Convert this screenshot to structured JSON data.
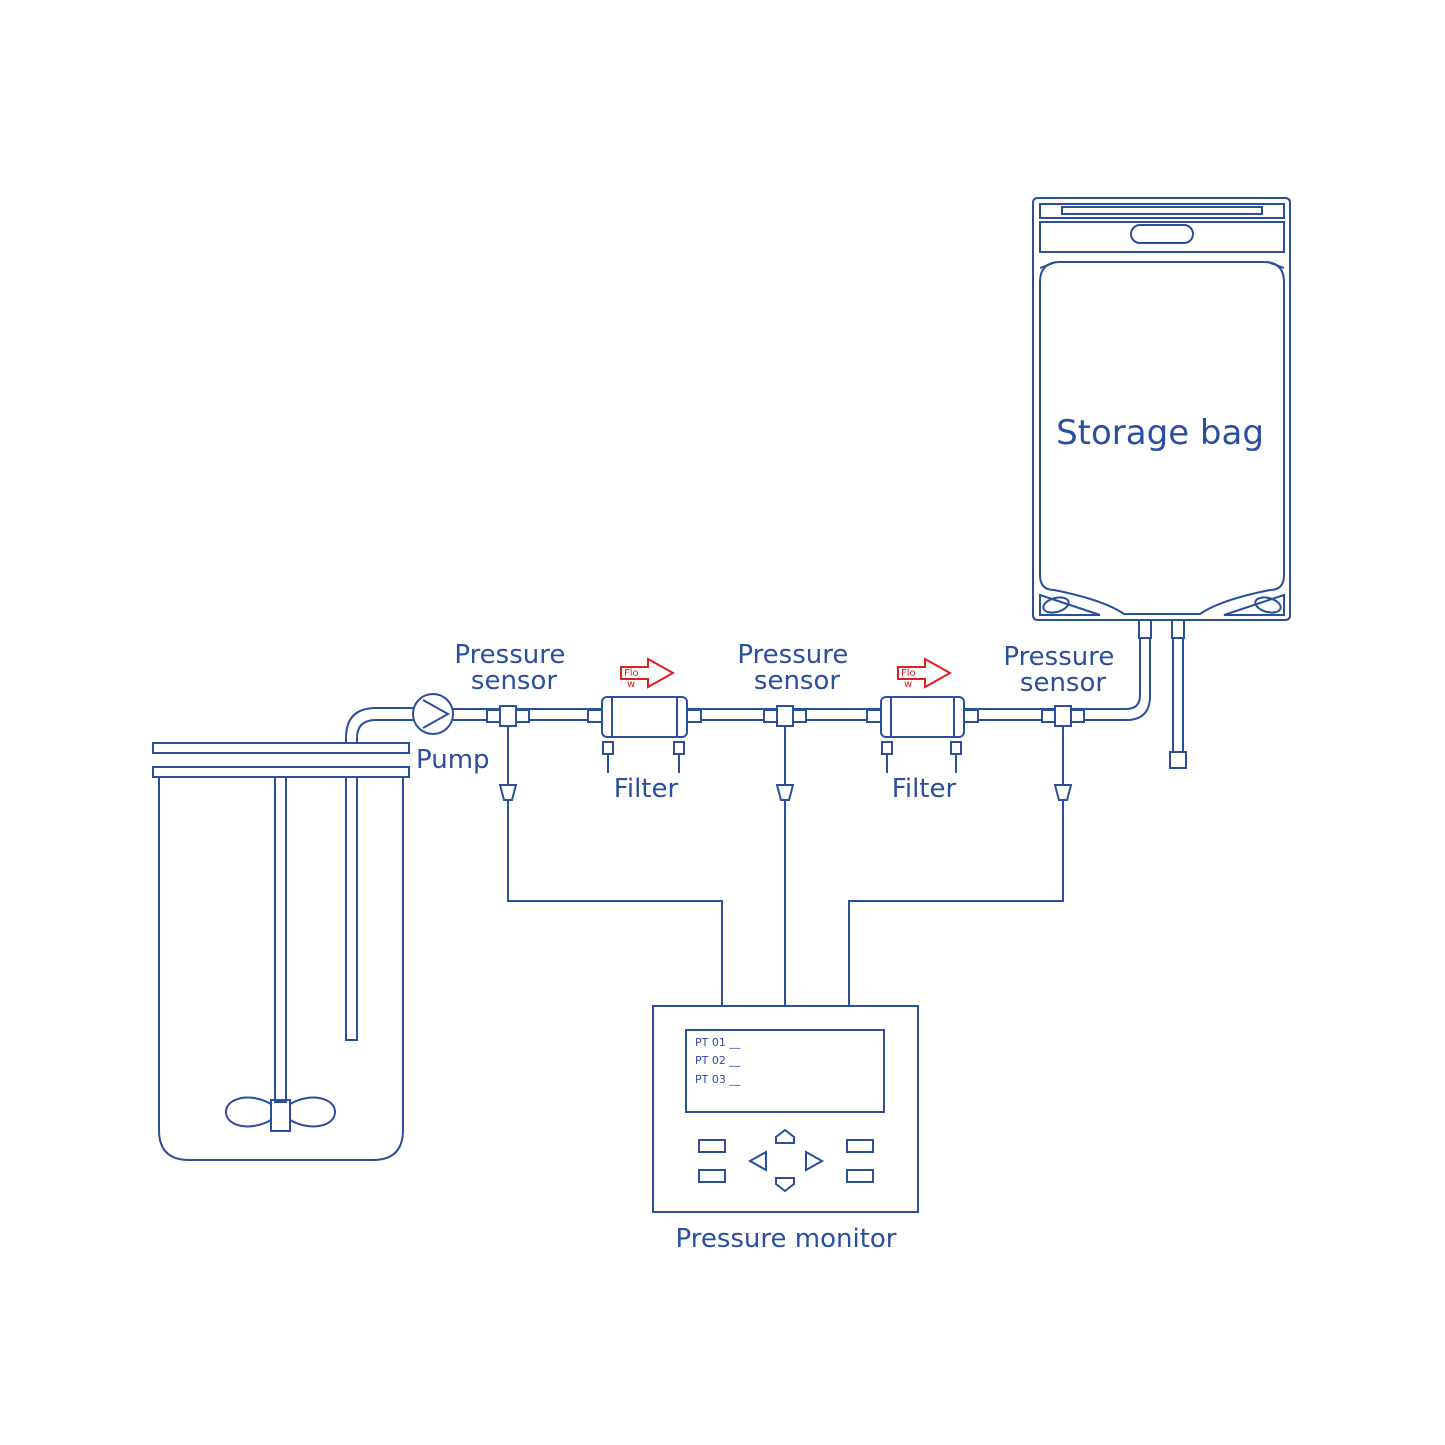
{
  "colors": {
    "line": "#2a4f9c",
    "flow_arrow": "#e02020",
    "background": "#ffffff"
  },
  "labels": {
    "storage_bag": "Storage bag",
    "pump": "Pump",
    "sensor_1": {
      "line1": "Pressure",
      "line2": "sensor"
    },
    "sensor_2": {
      "line1": "Pressure",
      "line2": "sensor"
    },
    "sensor_3": {
      "line1": "Pressure",
      "line2": "sensor"
    },
    "filter_1": "Filter",
    "filter_2": "Filter",
    "flow_1": {
      "line1": "Flo",
      "line2": "w"
    },
    "flow_2": {
      "line1": "Flo",
      "line2": "w"
    },
    "pressure_monitor": "Pressure monitor"
  },
  "monitor": {
    "readouts": [
      "PT 01 __",
      "PT 02 __",
      "PT 03 __"
    ]
  }
}
